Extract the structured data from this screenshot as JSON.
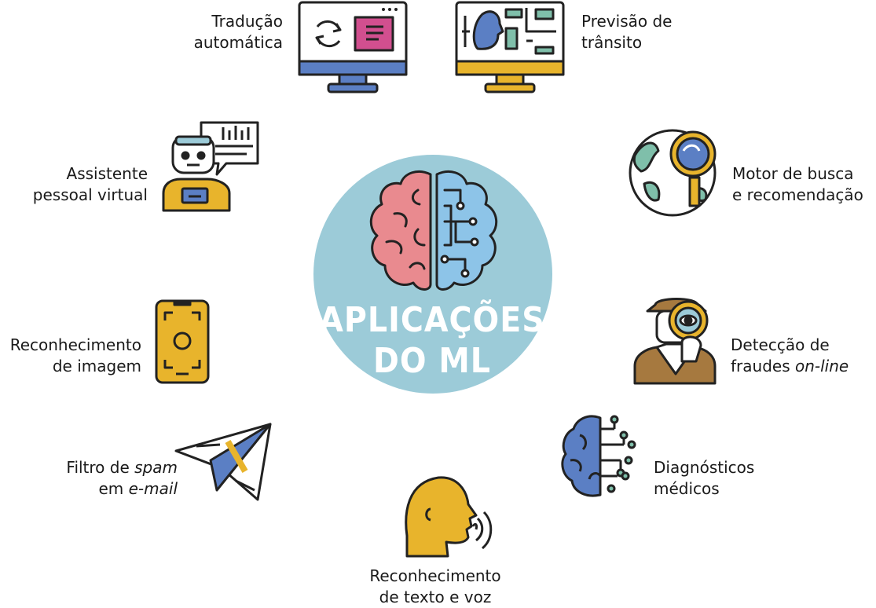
{
  "center": {
    "line1": "APLICAÇÕES",
    "line2": "DO ML"
  },
  "labels": {
    "traducao": {
      "line1": "Tradução",
      "line2": "automática"
    },
    "transito": {
      "line1": "Previsão de",
      "line2": "trânsito"
    },
    "assistente": {
      "line1": "Assistente",
      "line2": "pessoal virtual"
    },
    "motor": {
      "line1": "Motor de busca",
      "line2": "e recomendação"
    },
    "imagem": {
      "line1": "Reconhecimento",
      "line2": "de imagem"
    },
    "fraudes": {
      "line1": "Detecção de",
      "line2a": "fraudes ",
      "line2b": "on-line"
    },
    "spam": {
      "line1a": "Filtro de ",
      "line1b": "spam",
      "line2a": "em ",
      "line2b": "e-mail"
    },
    "diagnosticos": {
      "line1": "Diagnósticos",
      "line2": "médicos"
    },
    "voz": {
      "line1": "Reconhecimento",
      "line2": "de texto e voz"
    }
  },
  "icons": {
    "brain": "brain-icon",
    "translation": "monitor-translation-icon",
    "traffic": "monitor-traffic-icon",
    "assistant": "robot-assistant-icon",
    "search": "globe-magnifier-icon",
    "image": "smartphone-camera-icon",
    "fraud": "detective-icon",
    "spam": "paper-plane-icon",
    "medical": "digital-brain-icon",
    "voice": "speaking-head-icon"
  },
  "colors": {
    "circle": "#9ccbd8",
    "yellow": "#e8b42c",
    "blue": "#5b7fc4",
    "pink": "#d24f8f",
    "teal": "#7fbfaa",
    "brain_left": "#e98a8f",
    "brain_right": "#8dc4e8"
  }
}
